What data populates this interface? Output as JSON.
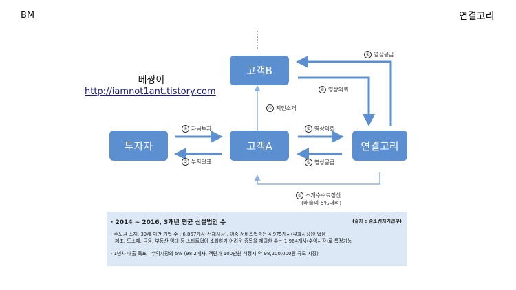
{
  "header": {
    "left_label": "BM",
    "right_label": "연결고리"
  },
  "blog": {
    "name": "베짱이",
    "url": "http://iamnot1ant.tistory.com"
  },
  "nodes": {
    "investor": "투자자",
    "customer_a": "고객A",
    "customer_b": "고객B",
    "connector": "연결고리"
  },
  "edges": {
    "e1": {
      "num": "①",
      "text": "영상공급"
    },
    "e2": {
      "num": "④",
      "text": "자금투자"
    },
    "e3": {
      "num": "⑤",
      "text": "투자발표"
    },
    "e4": {
      "num": "⑤",
      "text": "지인소개"
    },
    "e5": {
      "num": "⑥",
      "text": "영상의뢰"
    },
    "e6": {
      "num": "⑤",
      "text": "영상의뢰"
    },
    "e7": {
      "num": "⑥",
      "text": "영상공급"
    },
    "e8": {
      "num": "⑥",
      "text": "소개수수료정산",
      "sub": "(매출의 5%내외)"
    }
  },
  "info": {
    "title": "· 2014 ~ 2016, 3개년 평균 신설법인 수",
    "source": "(출처 : 중소벤처기업부)",
    "bullet1_line1": "· 수도권 소재, 39세 미만 기업 수 : 6,857개사(전체시장), 이중 서비스업종은 4,975개사(유효시장)이었음",
    "bullet1_line2": "제조, 도소매, 금융, 부동산 임대 등 스타트업이 소화하기 어려운 종목을 제외한 수는 1,964개사(수익시장)로 특정가능",
    "bullet2": "· 1년차 매출 목표 : 수익시장의 5% (98.2개사, 객단가 100만원 책정시 약 98,200,000원 규모 시장)"
  },
  "colors": {
    "box": "#5b8fd0",
    "arrow": "#5b8fd0",
    "info_bg": "#dce8f5"
  }
}
